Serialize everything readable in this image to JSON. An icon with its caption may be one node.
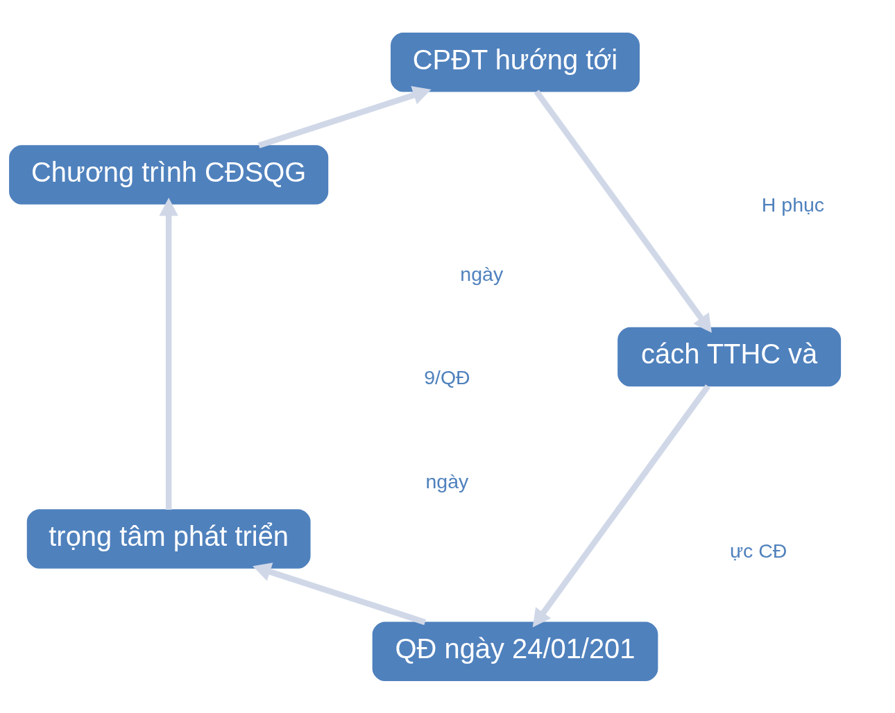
{
  "diagram": {
    "nodes": [
      {
        "text": [
          "QĐ ngày 24/01/201"
        ]
      },
      {
        "text": [
          "trọng tâm phát triển"
        ]
      },
      {
        "text": [
          "Chương trình CĐSQG"
        ]
      },
      {
        "text": [
          "CPĐT hướng tới"
        ]
      },
      {
        "text": [
          "cách TTHC và"
        ]
      }
    ],
    "edges": [
      {
        "from": 0,
        "to": 1,
        "arrow": "to"
      },
      {
        "from": 1,
        "to": 2,
        "arrow": "to"
      },
      {
        "from": 2,
        "to": 3,
        "arrow": "to"
      },
      {
        "from": 3,
        "to": 4,
        "arrow": "to"
      },
      {
        "from": 4,
        "to": 0,
        "arrow": "to"
      }
    ],
    "labels": [
      "ngày",
      "9/QĐ",
      "ngày",
      "ực CĐ",
      "H phục"
    ]
  }
}
